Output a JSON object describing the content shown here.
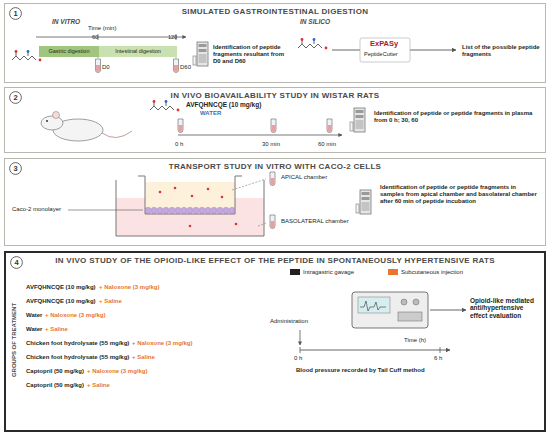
{
  "diagram": {
    "nodes": [
      {
        "text": [
          "SIMULATED GASTROINTESTINAL DIGESTION"
        ]
      },
      {
        "text": [
          "1"
        ],
        "in": 0
      },
      {
        "text": [
          "Gastric digestion"
        ],
        "in": 0
      },
      {
        "text": [
          "Intestinal digestion"
        ],
        "in": 0
      },
      {
        "text": [
          "IN VIVO BIOAVAILABILITY STUDY IN WISTAR RATS"
        ]
      },
      {
        "text": [
          "2"
        ],
        "in": 4
      },
      {
        "text": [
          "TRANSPORT STUDY IN VITRO WITH CACO-2 CELLS"
        ]
      },
      {
        "text": [
          "3"
        ],
        "in": 6
      },
      {
        "text": [
          "IN VIVO STUDY OF THE OPIOID-LIKE EFFECT OF THE PEPTIDE IN SPONTANEOUSLY HYPERTENSIVE RATS"
        ]
      },
      {
        "text": [
          "4"
        ],
        "in": 8
      }
    ],
    "labels": [
      "IN VITRO",
      "Time (min)",
      "60",
      "120",
      "D0",
      "D60",
      "Identification of peptide fragments resultant from D0 and D60",
      "IN SILICO",
      "ExPASy",
      "PeptideCutter",
      "List of the possible peptide fragments",
      "AVFQHNCQE (10 mg/kg)",
      "WATER",
      "0 h",
      "30 min",
      "60 min",
      "Identification of peptide or peptide fragments in plasma from 0 h; 30, 60",
      "Caco-2 monolayer",
      "APICAL chamber",
      "BASOLATERAL chamber",
      "Identification of peptide or peptide fragments in samples from apical chamber and basolateral chamber after 60 min of peptide incubation",
      "GROUPS OF TREATMENT",
      "AVFQHNCQE (10 mg/kg)",
      "+ Naloxone (3 mg/kg)",
      "AVFQHNCQE (10 mg/kg)",
      "+ Saline",
      "Water",
      "+ Naloxone (3 mg/kg)",
      "Water",
      "+ Saline",
      "Chicken foot hydrolysate (55 mg/kg)",
      "+ Naloxone (3 mg/kg)",
      "Chicken foot hydrolysate (55 mg/kg)",
      "+ Saline",
      "Captopril (50 mg/kg)",
      "+ Naloxone (3 mg/kg)",
      "Captopril (50 mg/kg)",
      "+ Saline",
      "Administration",
      "Time (h)",
      "0 h",
      "6 h",
      "Blood pressure recorded by Tail Cuff method",
      "Opioid-like mediated anti/hypertensive effect evaluation"
    ],
    "legend": [
      {
        "text": "Intragastric gavage",
        "color": "#231f20"
      },
      {
        "text": "Subcutaneous injection",
        "color": "#e8762d"
      }
    ]
  }
}
